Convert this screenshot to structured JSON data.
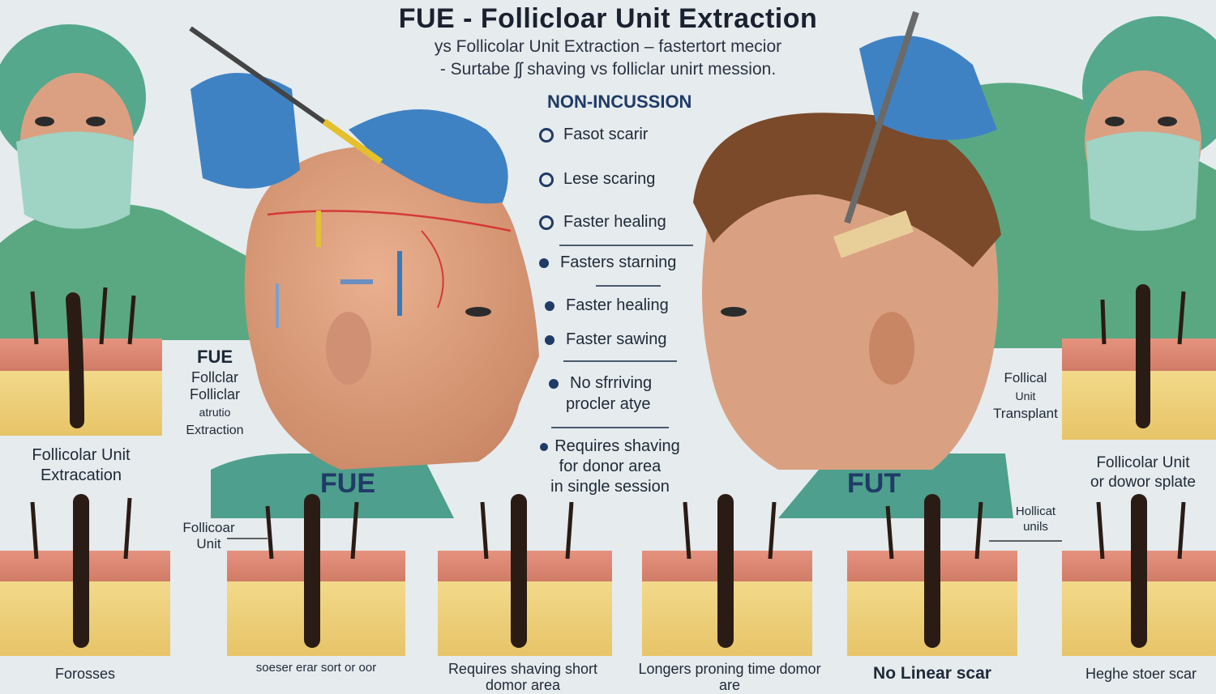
{
  "header": {
    "title": "FUE - Follicloar Unit Extraction",
    "subtitle_line1": "ys  Follicolar Unit Extraction – fastertort mecior",
    "subtitle_line2": "- Surtabe ʃʃ shaving vs folliclar unirt mession."
  },
  "benefits": {
    "heading": "NON-INCUSSION",
    "items": [
      "Fasot scarir",
      "Lese scaring",
      "Faster healing",
      "Fasters starning",
      "Faster healing",
      "Faster sawing",
      "No sfrriving",
      "procler atye"
    ],
    "note_lines": [
      "Requires shaving",
      "for donor area",
      "in single session"
    ]
  },
  "labels": {
    "fue_big": "FUE",
    "fut_big": "FUT",
    "left_fue_small": "FUE",
    "left_fue_line2": "Follclar",
    "left_fue_line3": "Folliclar",
    "left_fue_line4": "atrutio",
    "left_fue_line5": "Extraction",
    "left_diagram_line1": "Follicolar Unit",
    "left_diagram_line2": "Extracation",
    "follicoar_unit_1": "Follicoar",
    "follicoar_unit_2": "Unit",
    "right_transplant_1": "Follical",
    "right_transplant_2": "Unit",
    "right_transplant_3": "Transplant",
    "right_diagram_1": "Follicolar Unit",
    "right_diagram_2": "or dowor splate",
    "hollicat_1": "Hollicat",
    "hollicat_2": "unils"
  },
  "captions": [
    "Forosses",
    "soeser erar sort or oor",
    "Requires shaving short domor area",
    "Longers proning time domor are",
    "No Linear scar",
    "Heghe stoer scar"
  ],
  "colors": {
    "skin_top": "#e8857a",
    "skin_mid": "#d9a36a",
    "fat_layer": "#efd27c",
    "hair": "#2a1c14",
    "glove": "#3f82c4",
    "scrubs": "#4fa07a",
    "cap": "#4fa68a",
    "accent_blue": "#1f3b66"
  }
}
